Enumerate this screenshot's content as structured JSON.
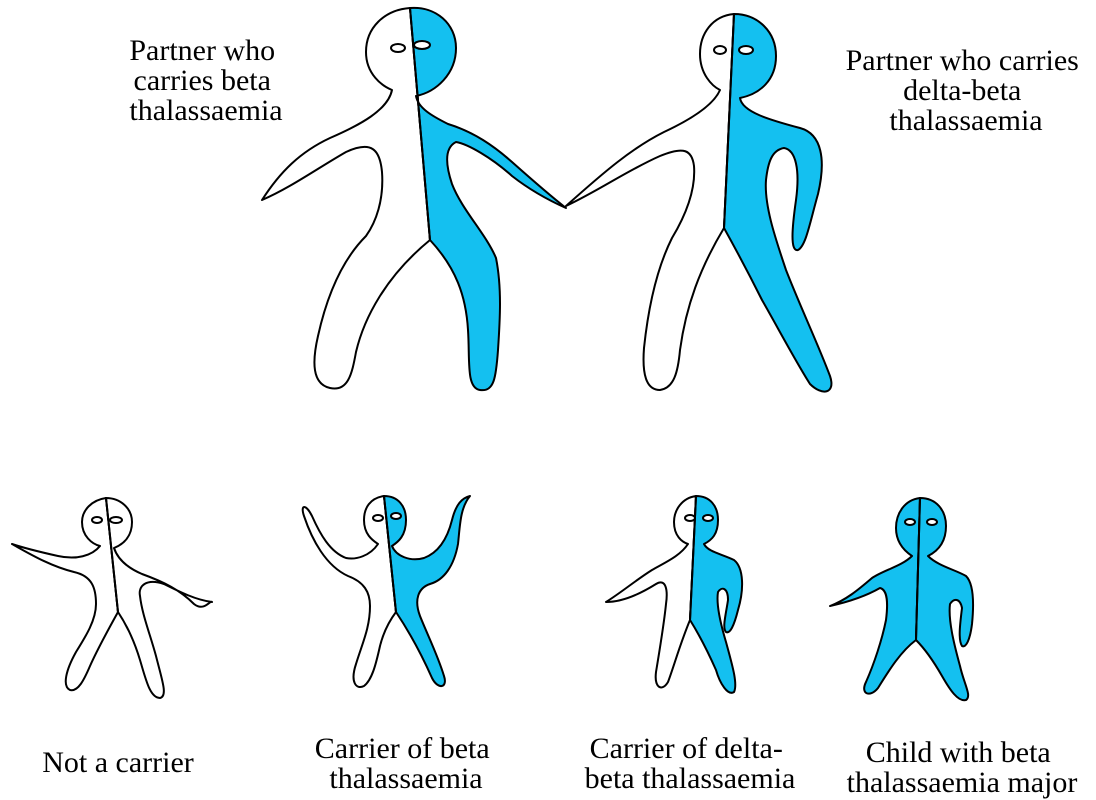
{
  "parents": {
    "left": {
      "label_lines": [
        "Partner who",
        "carries beta",
        "thalassaemia"
      ],
      "trait": "beta thalassaemia"
    },
    "right": {
      "label_lines": [
        "Partner who carries",
        "delta-beta",
        "thalassaemia"
      ],
      "trait": "delta-beta thalassaemia"
    }
  },
  "children": [
    {
      "label_lines": [
        "Not a carrier"
      ],
      "left_half": "white",
      "right_half": "white"
    },
    {
      "label_lines": [
        "Carrier of beta",
        "thalassaemia"
      ],
      "left_half": "white",
      "right_half": "blue"
    },
    {
      "label_lines": [
        "Carrier of delta-",
        "beta thalassaemia"
      ],
      "left_half": "white",
      "right_half": "blue"
    },
    {
      "label_lines": [
        "Child with beta",
        "thalassaemia major"
      ],
      "left_half": "blue",
      "right_half": "blue"
    }
  ],
  "colors": {
    "affected": "#14c0f0",
    "unaffected": "#ffffff",
    "outline": "#000000"
  }
}
